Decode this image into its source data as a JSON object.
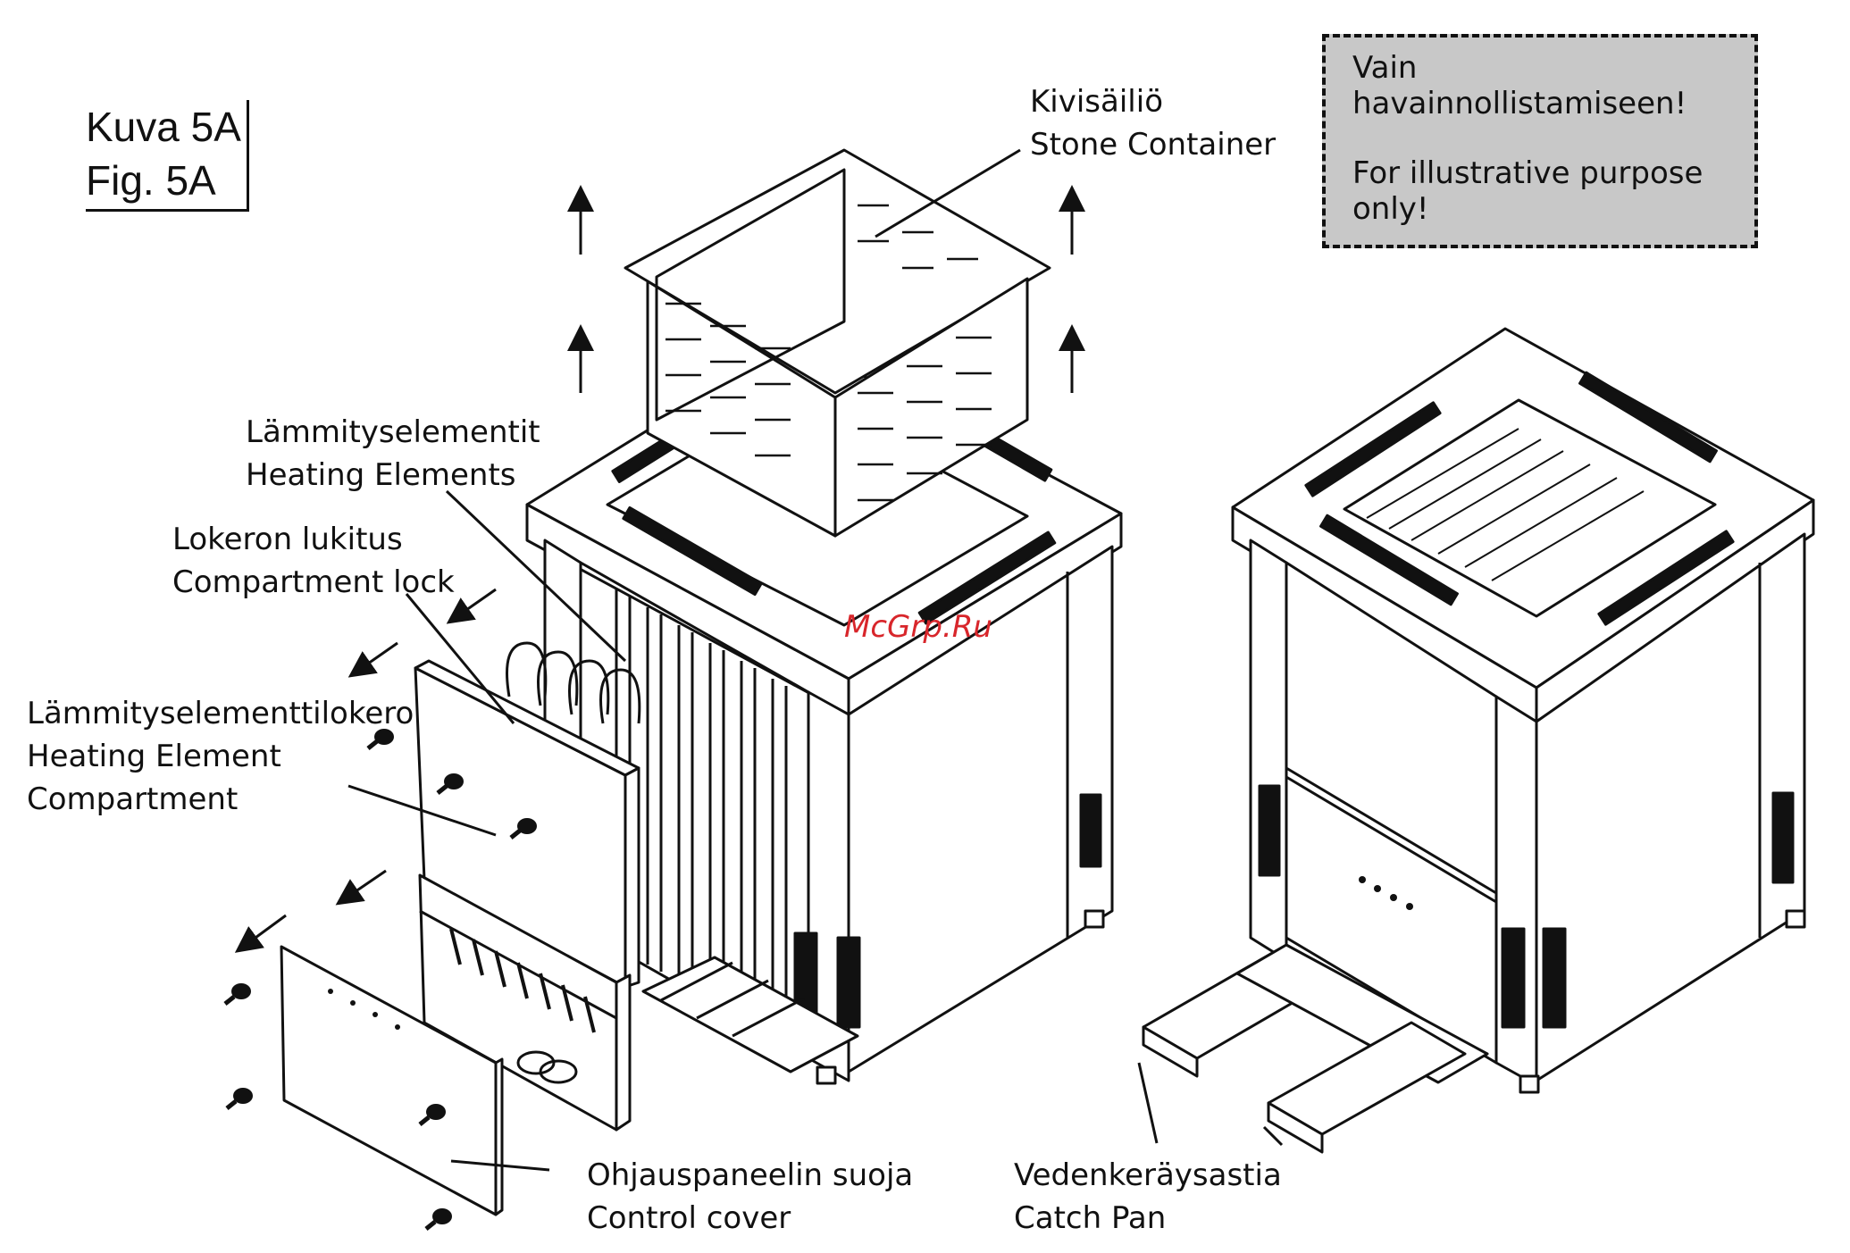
{
  "figure": {
    "line1": "Kuva 5A",
    "line2": "Fig. 5A"
  },
  "notice": {
    "fi_line1": "Vain",
    "fi_line2": "havainnollistamiseen!",
    "en_line1": "For illustrative purpose",
    "en_line2": "only!"
  },
  "labels": {
    "stone_container": {
      "fi": "Kivisäiliö",
      "en": "Stone Container"
    },
    "heating_elements": {
      "fi": "Lämmityselementit",
      "en": "Heating Elements"
    },
    "compartment_lock": {
      "fi": "Lokeron lukitus",
      "en": "Compartment lock"
    },
    "element_compartment": {
      "fi": "Lämmityselementtilokero",
      "en1": "Heating Element",
      "en2": "Compartment"
    },
    "control_cover": {
      "fi": "Ohjauspaneelin suoja",
      "en": "Control cover"
    },
    "catch_pan": {
      "fi": "Vedenkeräysastia",
      "en": "Catch Pan"
    }
  },
  "watermark": "McGrp.Ru",
  "colors": {
    "line": "#111111",
    "notice_bg": "#c8c8c8",
    "watermark": "#d8262b"
  }
}
